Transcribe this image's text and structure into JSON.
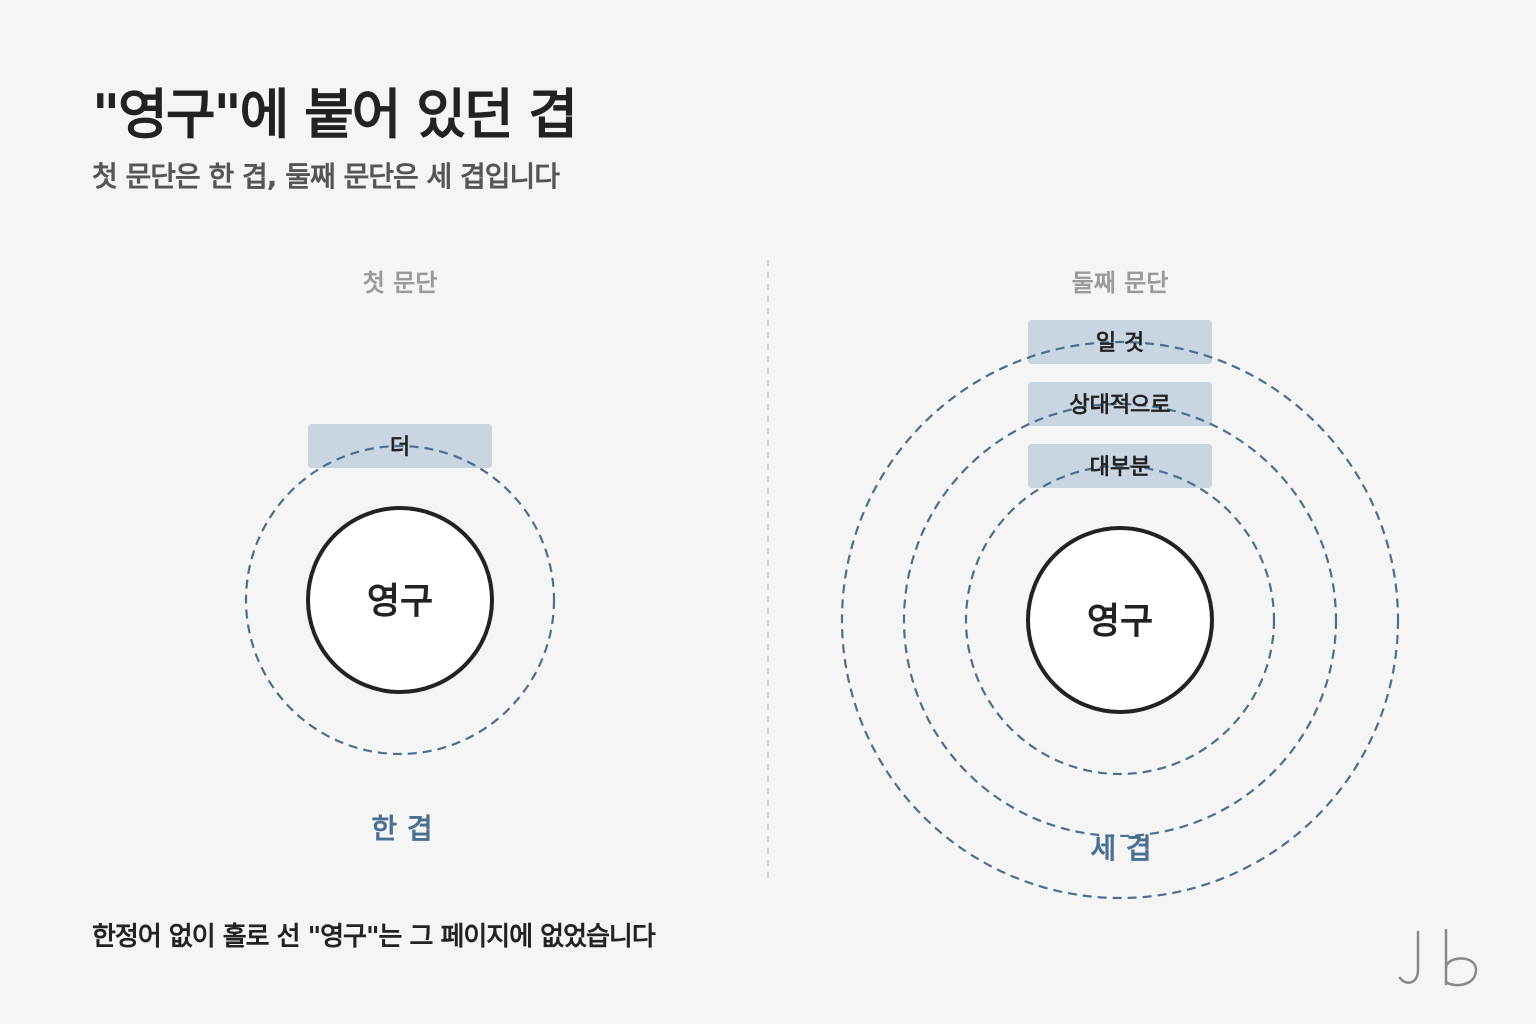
{
  "header": {
    "title": "\"영구\"에 붙어 있던 겹",
    "subtitle": "첫 문단은 한 겹, 둘째 문단은 세 겹입니다"
  },
  "left_panel": {
    "label": "첫 문단",
    "core": "영구",
    "layers": [
      "더"
    ],
    "count_label": "한 겹"
  },
  "right_panel": {
    "label": "둘째 문단",
    "core": "영구",
    "layers": [
      "대부분",
      "상대적으로",
      "일 것"
    ],
    "count_label": "세 겹"
  },
  "footer": {
    "text": "한정어 없이 홀로 선 \"영구\"는 그 페이지에 없었습니다"
  },
  "colors": {
    "background": "#f5f5f5",
    "ring": "#4b6f91",
    "tag_fill": "#c9d5e1",
    "divider": "#d0d0d0",
    "core_stroke": "#222222"
  }
}
